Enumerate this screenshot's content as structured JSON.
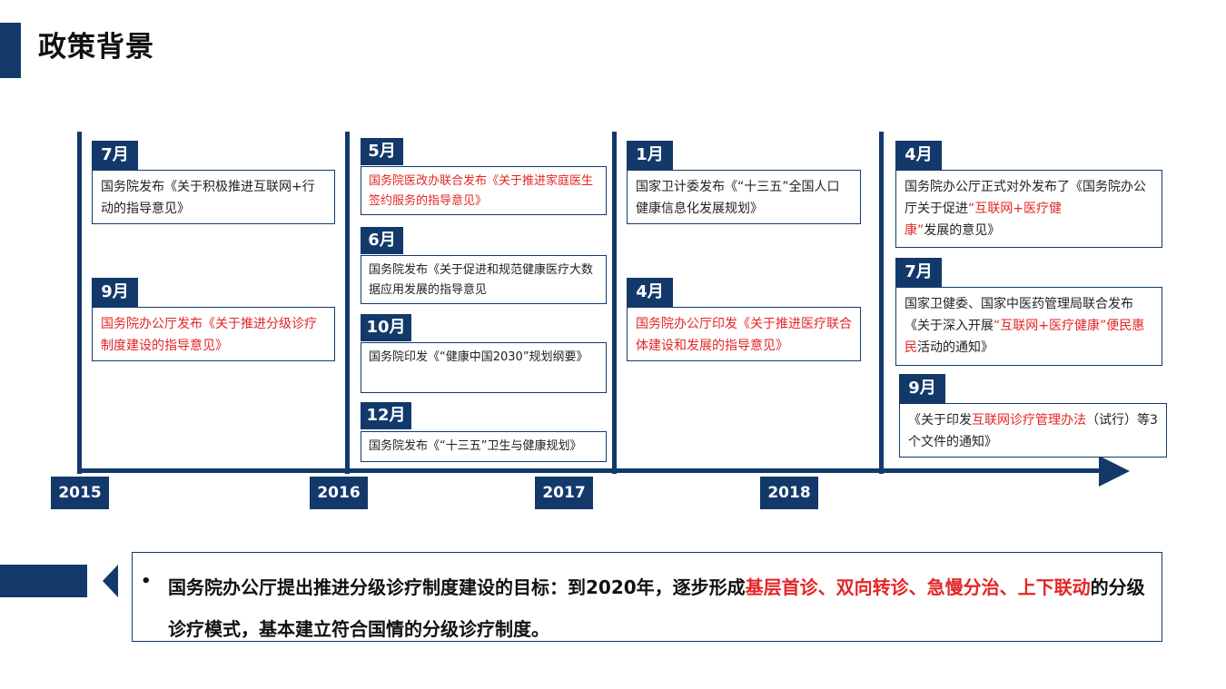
{
  "page_title": "政策背景",
  "years": [
    "2015",
    "2016",
    "2017",
    "2018"
  ],
  "events": {
    "y2015": [
      {
        "month": "7月",
        "pre": "",
        "text": "国务院发布《关于积极推进互联网+行动的指导意见》",
        "hl": "",
        "post": ""
      },
      {
        "month": "9月",
        "pre": "",
        "text": "",
        "hl": "国务院办公厅发布《关于推进分级诊疗制度建设的指导意见》",
        "post": ""
      }
    ],
    "y2016": [
      {
        "month": "5月",
        "pre": "",
        "text": "",
        "hl": "国务院医改办联合发布《关于推进家庭医生签约服务的指导意见》",
        "post": ""
      },
      {
        "month": "6月",
        "pre": "",
        "text": "国务院发布《关于促进和规范健康医疗大数据应用发展的指导意见",
        "hl": "",
        "post": ""
      },
      {
        "month": "10月",
        "pre": "",
        "text": "国务院印发《“健康中国2030”规划纲要》",
        "hl": "",
        "post": ""
      },
      {
        "month": "12月",
        "pre": "",
        "text": "国务院发布《“十三五”卫生与健康规划》",
        "hl": "",
        "post": ""
      }
    ],
    "y2017": [
      {
        "month": "1月",
        "pre": "",
        "text": "国家卫计委发布《“十三五”全国人口健康信息化发展规划》",
        "hl": "",
        "post": ""
      },
      {
        "month": "4月",
        "pre": "",
        "text": "",
        "hl": "国务院办公厅印发《关于推进医疗联合体建设和发展的指导意见》",
        "post": ""
      }
    ],
    "y2018": [
      {
        "month": "4月",
        "pre": "国务院办公厅正式对外发布了《国务院办公厅关于促进",
        "hl": "“互联网+医疗健康”",
        "post": "发展的意见》"
      },
      {
        "month": "7月",
        "pre": "国家卫健委、国家中医药管理局联合发布《关于深入开展",
        "hl": "“互联网+医疗健康”便民惠民",
        "post": "活动的通知》"
      },
      {
        "month": "9月",
        "pre": "《关于印发",
        "hl": "互联网诊疗管理办法",
        "post": "（试行）等3个文件的通知》"
      }
    ]
  },
  "summary": {
    "bullet": "•",
    "pre": "国务院办公厅提出推进分级诊疗制度建设的目标：到2020年，逐步形成",
    "hl": "基层首诊、双向转诊、急慢分治、上下联动",
    "post": "的分级诊疗模式，基本建立符合国情的分级诊疗制度。"
  },
  "colors": {
    "navy": "#13396b",
    "red": "#e42525"
  }
}
